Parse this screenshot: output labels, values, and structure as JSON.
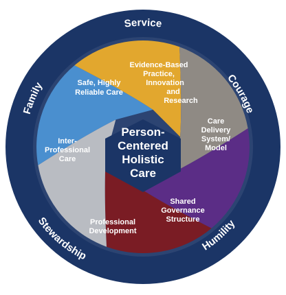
{
  "model": {
    "center": {
      "lines": [
        "Person-",
        "Centered",
        "Holistic",
        "Care"
      ],
      "color": "#1b3566"
    },
    "ring": {
      "color": "#1b3566",
      "values": {
        "service": "Service",
        "courage": "Courage",
        "humility": "Humility",
        "stewardship": "Stewardship",
        "family": "Family"
      }
    },
    "segments": [
      {
        "key": "safe",
        "lines": [
          "Safe, Highly",
          "Reliable Care"
        ],
        "color": "#4a8fcf"
      },
      {
        "key": "evidence",
        "lines": [
          "Evidence-Based",
          "Practice,",
          "Innovation",
          "and",
          "Research"
        ],
        "color": "#e2a72e"
      },
      {
        "key": "care-delivery",
        "lines": [
          "Care",
          "Delivery",
          "System/",
          "Model"
        ],
        "color": "#8f8a84"
      },
      {
        "key": "shared-governance",
        "lines": [
          "Shared",
          "Governance",
          "Structure"
        ],
        "color": "#5b2d86"
      },
      {
        "key": "professional-development",
        "lines": [
          "Professional",
          "Development"
        ],
        "color": "#7a1c24"
      },
      {
        "key": "inter-professional",
        "lines": [
          "Inter-",
          "Professional",
          "Care"
        ],
        "color": "#b9bcc2"
      }
    ]
  }
}
